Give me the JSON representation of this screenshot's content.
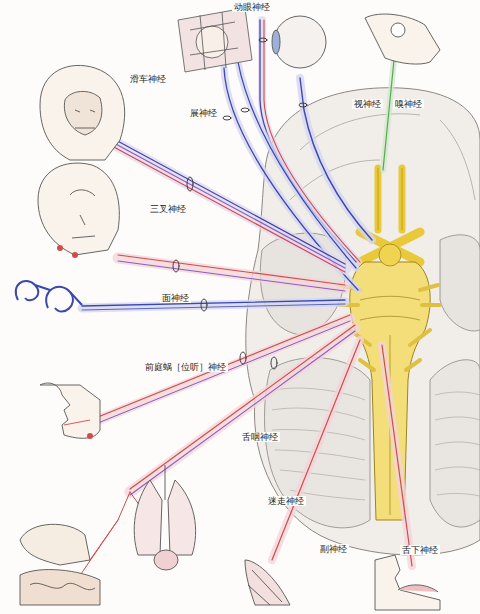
{
  "diagram": {
    "labels": [
      "动眼神经",
      "滑车神经",
      "展神经",
      "视神经",
      "嗅神经",
      "三叉神经",
      "面神经",
      "前庭蜗［位听］神经",
      "舌咽神经",
      "迷走神经",
      "副神经",
      "舌下神经"
    ]
  }
}
